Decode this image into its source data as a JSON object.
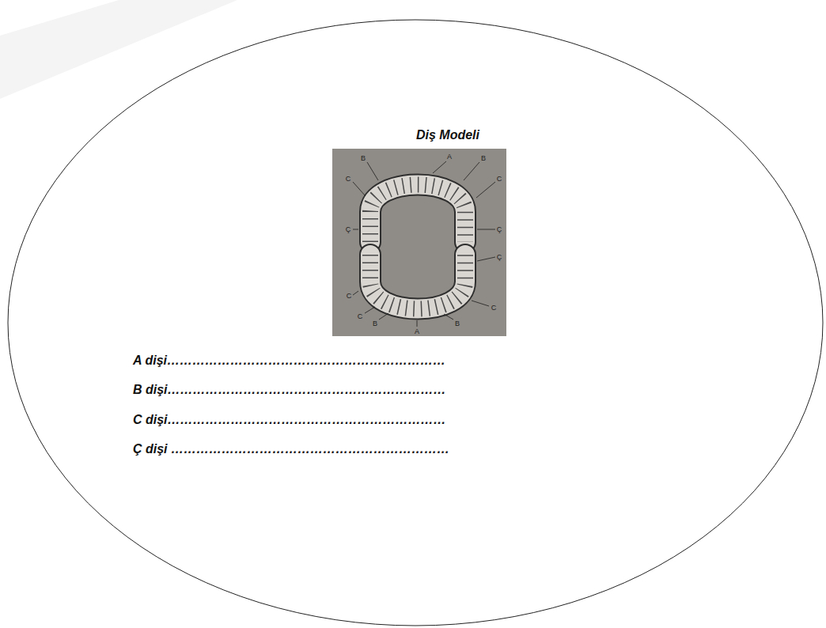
{
  "diagram": {
    "title": "Diş Modeli",
    "labels": [
      "A",
      "B",
      "B",
      "C",
      "C",
      "Ç",
      "Ç",
      "Ç",
      "C",
      "C",
      "C",
      "B",
      "B",
      "A",
      "A dişi…………………………………………………………",
      "B dişi…………………………………………………………",
      "C dişi…………………………………………………………",
      "Ç dişi …………………………………………………………"
    ]
  }
}
